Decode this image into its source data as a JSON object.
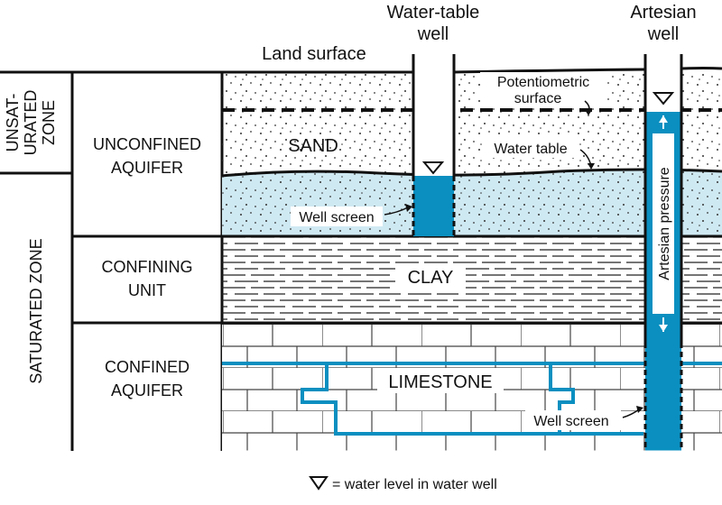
{
  "header": {
    "water_table_well": [
      "Water-table",
      "well"
    ],
    "artesian_well": [
      "Artesian",
      "well"
    ],
    "land_surface": "Land surface"
  },
  "zones": {
    "unsaturated": [
      "UNSAT-",
      "URATED",
      "ZONE"
    ],
    "saturated": "SATURATED ZONE"
  },
  "units": {
    "unconfined": [
      "UNCONFINED",
      "AQUIFER"
    ],
    "confining": [
      "CONFINING",
      "UNIT"
    ],
    "confined": [
      "CONFINED",
      "AQUIFER"
    ]
  },
  "materials": {
    "sand": "SAND",
    "clay": "CLAY",
    "limestone": "LIMESTONE"
  },
  "annotations": {
    "potentiometric": [
      "Potentiometric",
      "surface"
    ],
    "water_table": "Water table",
    "well_screen_upper": "Well screen",
    "well_screen_lower": "Well screen",
    "artesian_pressure": "Artesian pressure"
  },
  "legend": {
    "text": "= water level in water well"
  },
  "colors": {
    "water_light": "#cfe9f2",
    "water_dark": "#0a8fc0",
    "outline": "#111111"
  }
}
